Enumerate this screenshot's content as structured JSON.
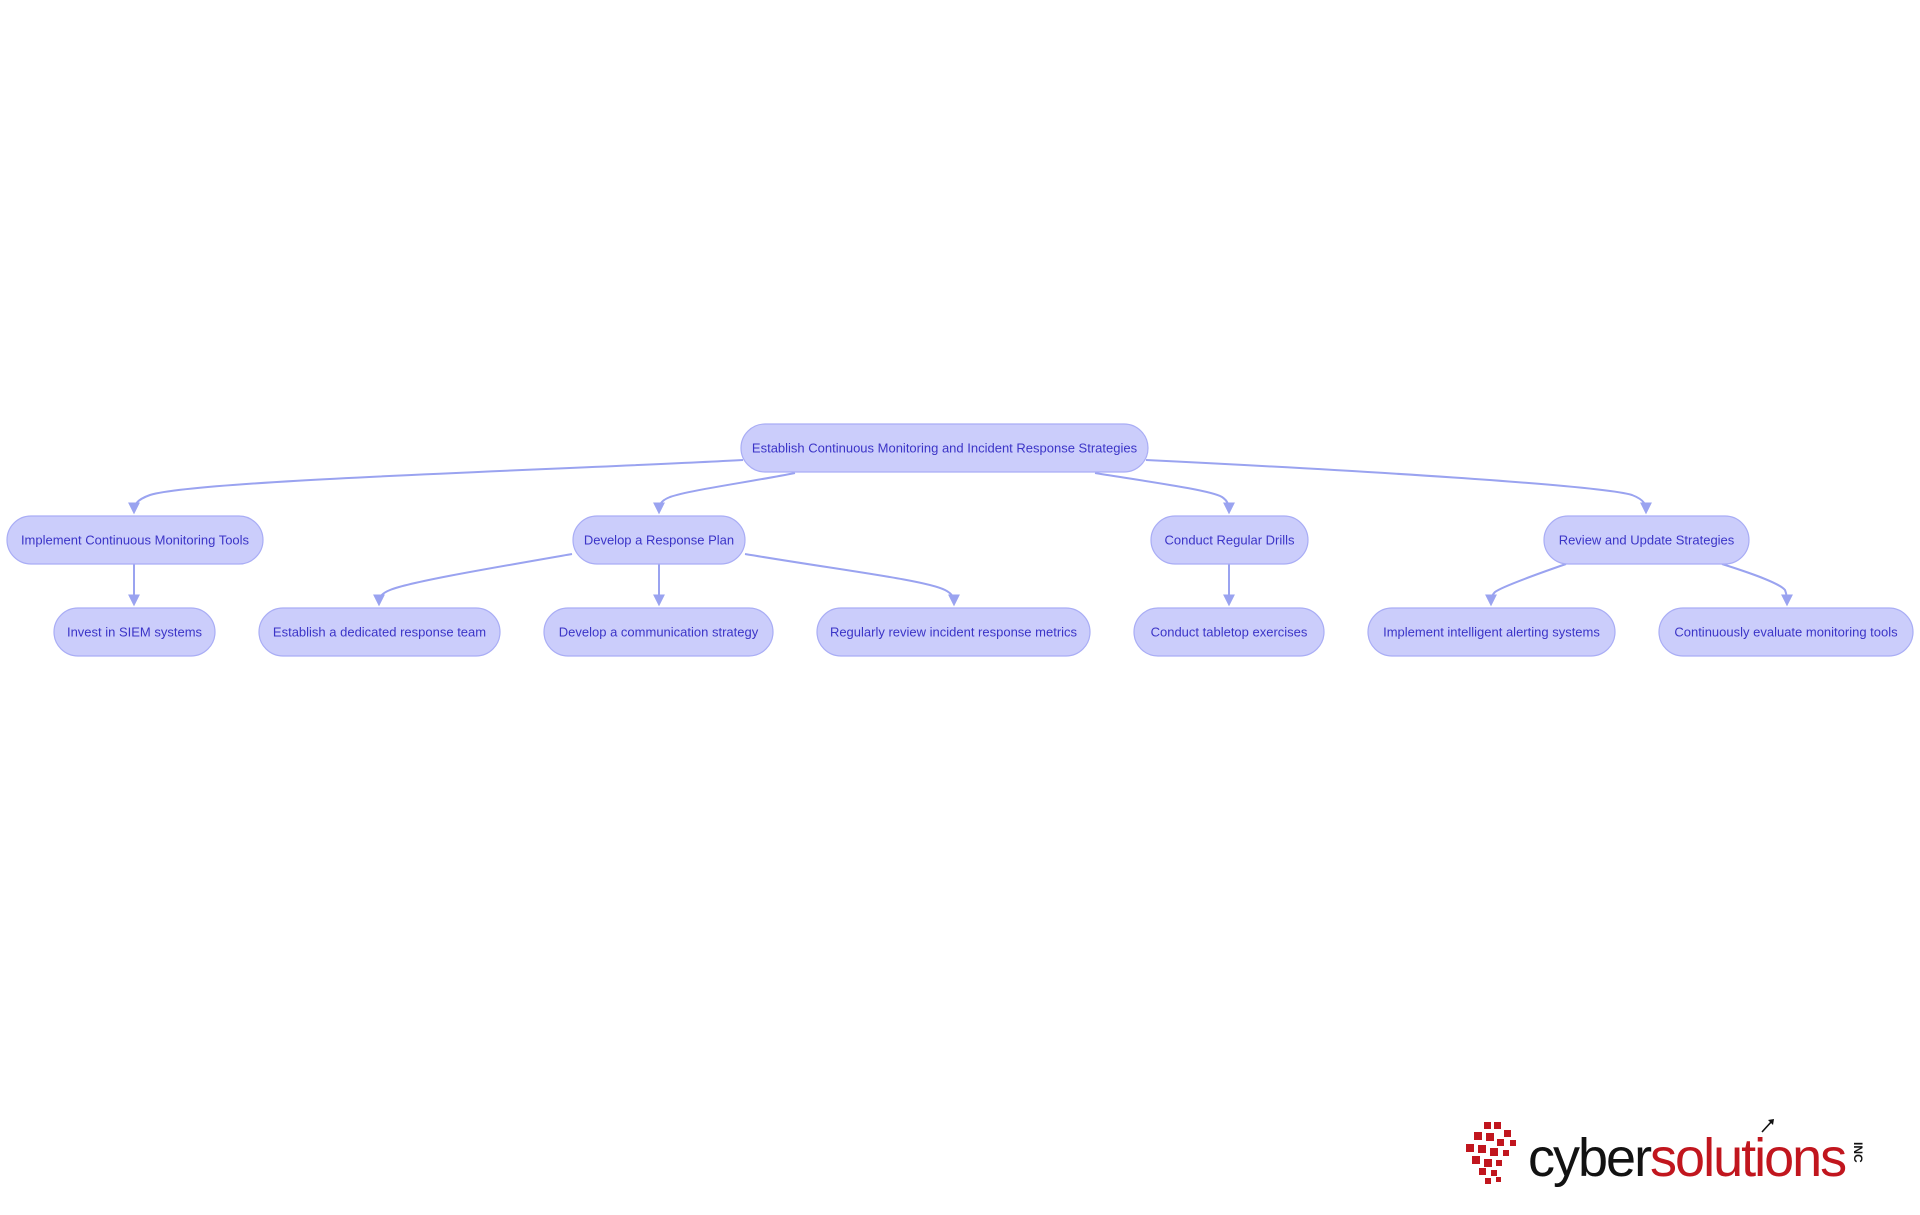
{
  "diagram": {
    "root": "Establish Continuous Monitoring and Incident Response Strategies",
    "branches": [
      {
        "label": "Implement Continuous Monitoring Tools",
        "children": [
          "Invest in SIEM systems"
        ]
      },
      {
        "label": "Develop a Response Plan",
        "children": [
          "Establish a dedicated response team",
          "Develop a communication strategy",
          "Regularly review incident response metrics"
        ]
      },
      {
        "label": "Conduct Regular Drills",
        "children": [
          "Conduct tabletop exercises"
        ]
      },
      {
        "label": "Review and Update Strategies",
        "children": [
          "Implement intelligent alerting systems",
          "Continuously evaluate monitoring tools"
        ]
      }
    ]
  },
  "logo": {
    "brand_part1": "cyber",
    "brand_part2": "solutions",
    "suffix": "INC"
  },
  "colors": {
    "node_fill": "#cbcdfb",
    "node_stroke": "#a9adf5",
    "node_text": "#3b34c7",
    "edge": "#9aa3f0",
    "logo_red": "#c1161e",
    "logo_dark": "#121212"
  }
}
